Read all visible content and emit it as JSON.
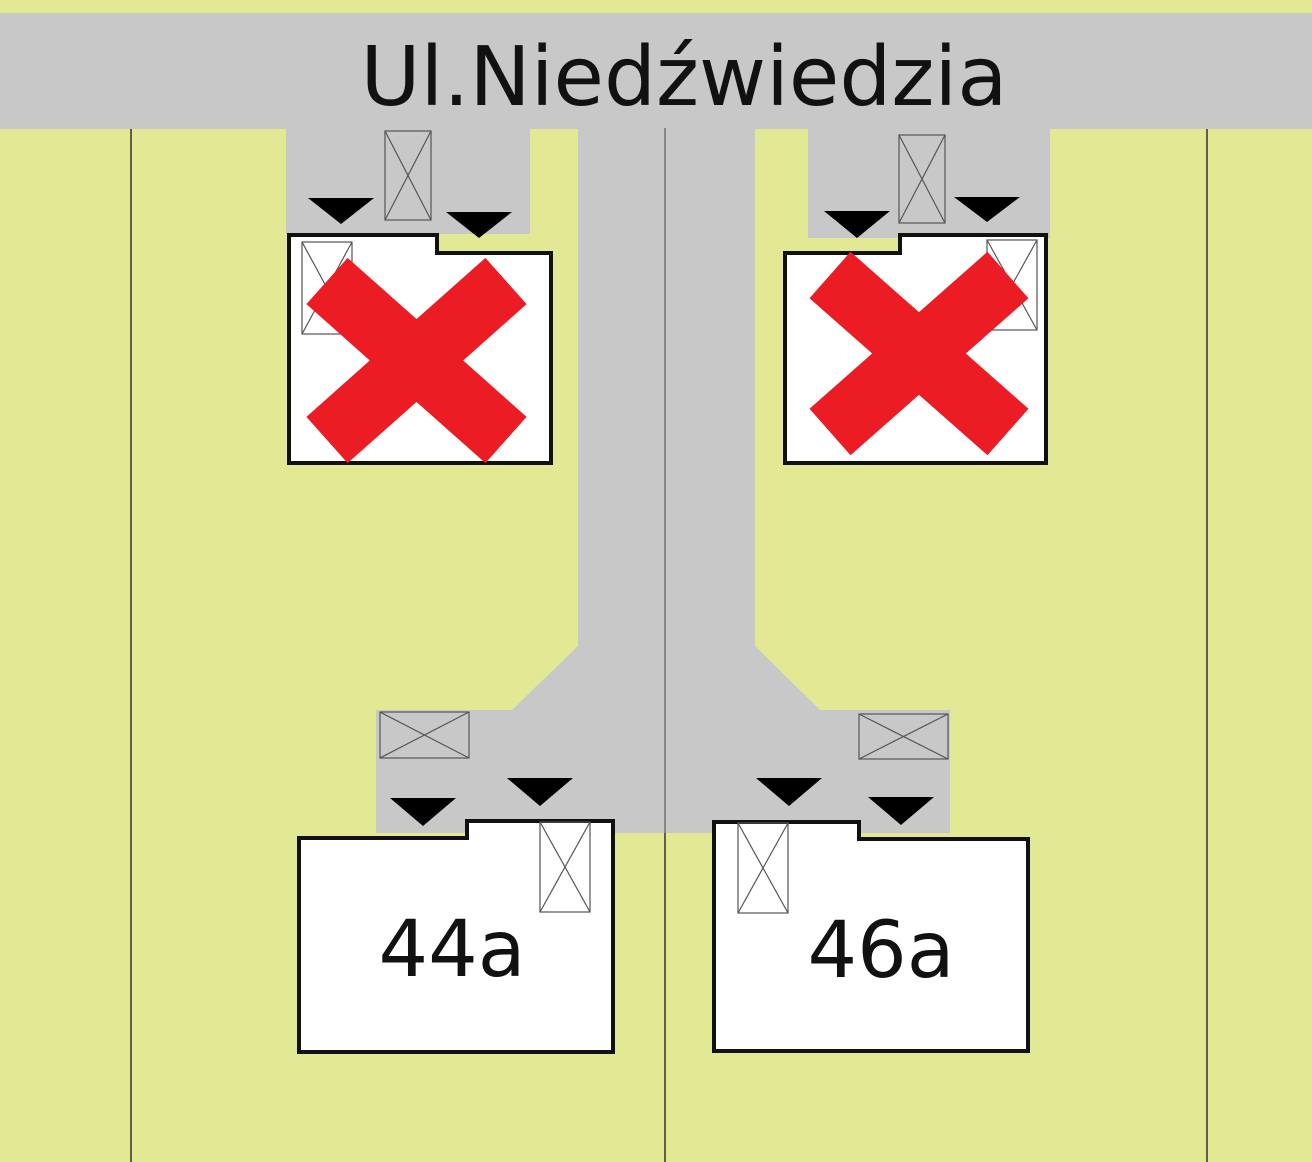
{
  "street": {
    "name": "Ul.Niedźwiedzia"
  },
  "houses": {
    "left_new": {
      "label": "44a"
    },
    "right_new": {
      "label": "46a"
    }
  },
  "colors": {
    "grass": "#e2e894",
    "road": "#c8c8c8",
    "building": "#ffffff",
    "outline": "#111111",
    "demolish_mark": "#ec1c24",
    "entrance_marker": "#000000"
  },
  "legend_semantics": {
    "demolished_buildings": 2,
    "new_buildings": 2,
    "entrance_markers": 8,
    "crossed_boxes": 8
  }
}
